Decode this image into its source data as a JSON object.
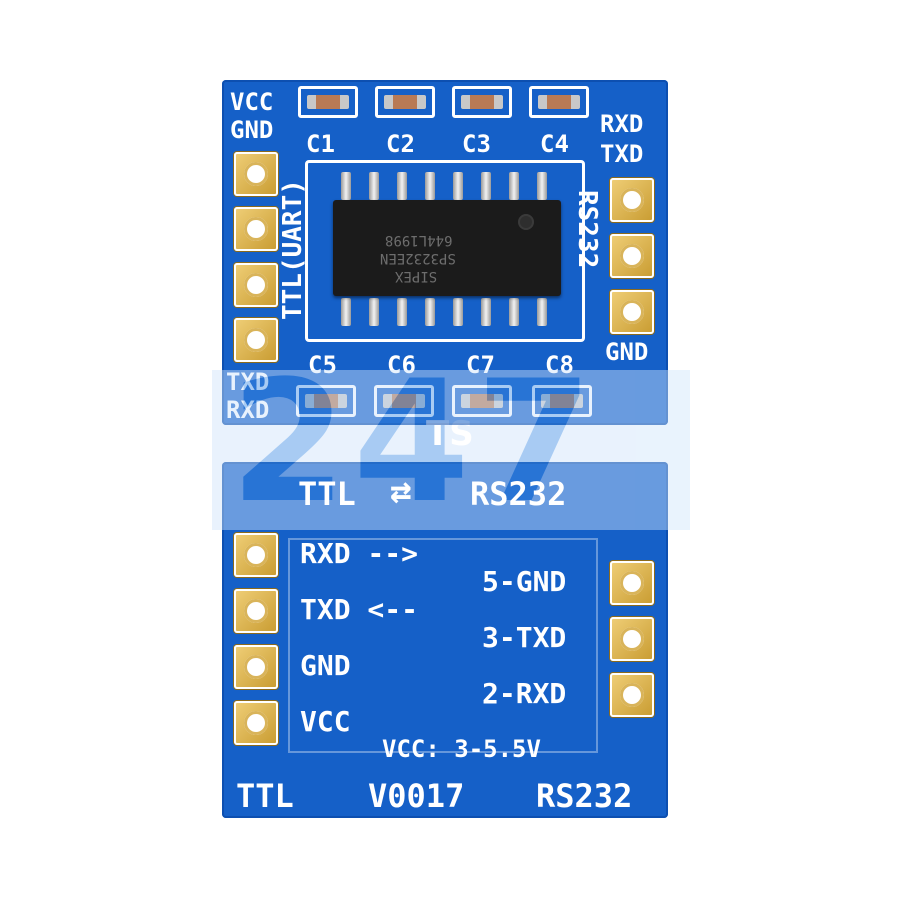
{
  "top_board": {
    "left_labels": [
      "VCC",
      "GND"
    ],
    "left_labels_bottom": [
      "TXD",
      "RXD"
    ],
    "right_labels_top": [
      "RXD",
      "TXD"
    ],
    "right_label_bottom": "GND",
    "side_label_left": "TTL(UART)",
    "side_label_right": "RS232",
    "caps_top": [
      "C1",
      "C2",
      "C3",
      "C4"
    ],
    "caps_bottom": [
      "C5",
      "C6",
      "C7",
      "C8"
    ],
    "chip_lines": [
      "SIPEX",
      "SP3232EEN",
      "644L1998"
    ]
  },
  "bottom_board": {
    "title_left": "TTL",
    "title_arrow": "⇄",
    "title_right": "RS232",
    "left_pins": [
      "RXD -->",
      "TXD <--",
      "GND",
      "VCC"
    ],
    "right_pins": [
      "5-GND",
      "3-TXD",
      "2-RXD"
    ],
    "voltage": "VCC: 3-5.5V",
    "footer_left": "TTL",
    "footer_mid": "V0017",
    "footer_right": "RS232"
  },
  "watermark": {
    "big": "247",
    "small": "TS"
  },
  "colors": {
    "pcb": "#1560c8",
    "silkscreen": "#ffffff",
    "pad_gold": "#d9b45a",
    "chip": "#1b1b1b"
  }
}
